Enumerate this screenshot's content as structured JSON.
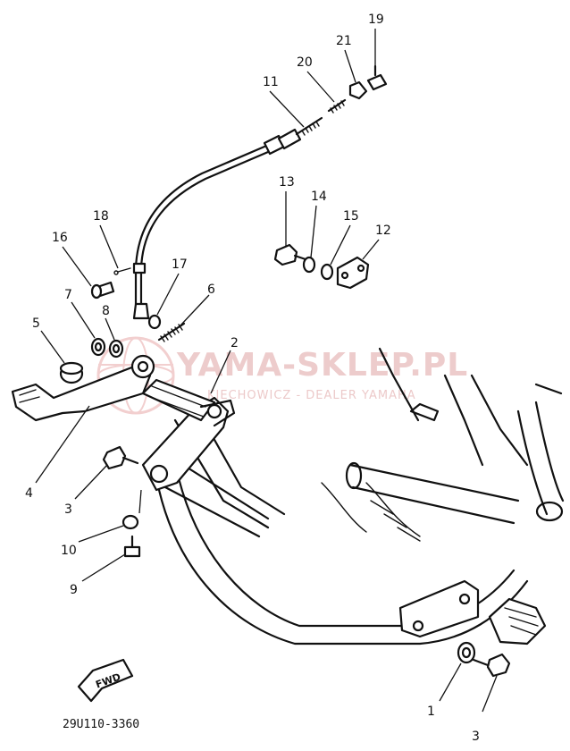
{
  "callouts": [
    {
      "num": "19"
    },
    {
      "num": "21"
    },
    {
      "num": "20"
    },
    {
      "num": "11"
    },
    {
      "num": "13"
    },
    {
      "num": "14"
    },
    {
      "num": "15"
    },
    {
      "num": "12"
    },
    {
      "num": "18"
    },
    {
      "num": "16"
    },
    {
      "num": "17"
    },
    {
      "num": "7"
    },
    {
      "num": "8"
    },
    {
      "num": "6"
    },
    {
      "num": "5"
    },
    {
      "num": "2"
    },
    {
      "num": "4"
    },
    {
      "num": "3"
    },
    {
      "num": "10"
    },
    {
      "num": "9"
    },
    {
      "num": "1"
    },
    {
      "num": "3"
    }
  ],
  "direction_marker": {
    "text": "FWD"
  },
  "reference_code": "29U110-3360",
  "watermark": {
    "title": "YAMA-SKLEP.PL",
    "subtitle": "KIECHOWICZ - DEALER YAMAHA",
    "color": "#e8bcbc"
  }
}
